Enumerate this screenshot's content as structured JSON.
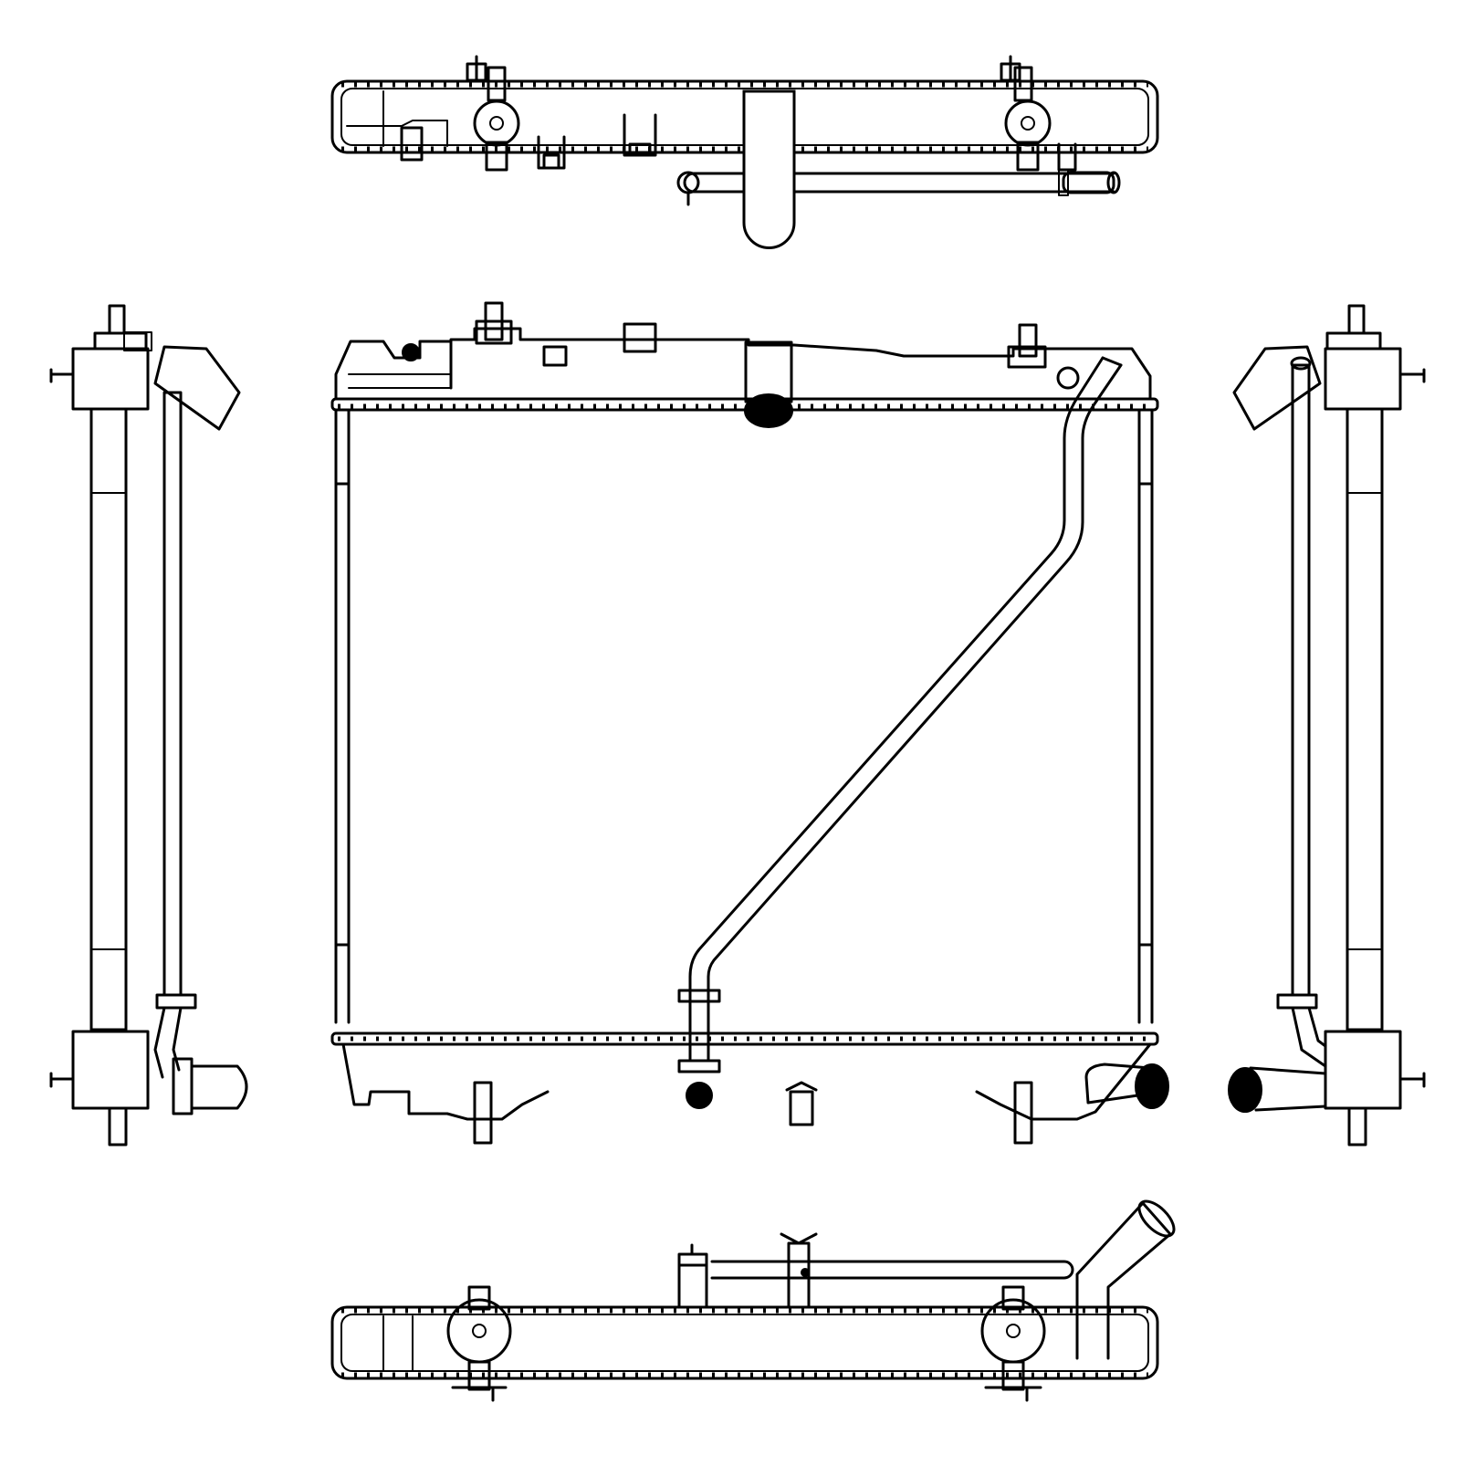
{
  "drawing": {
    "subject": "radiator",
    "views": [
      "top-view",
      "left-side-view",
      "front-view",
      "right-side-view",
      "bottom-view"
    ],
    "colors": {
      "line": "#000000",
      "background": "#ffffff"
    }
  }
}
